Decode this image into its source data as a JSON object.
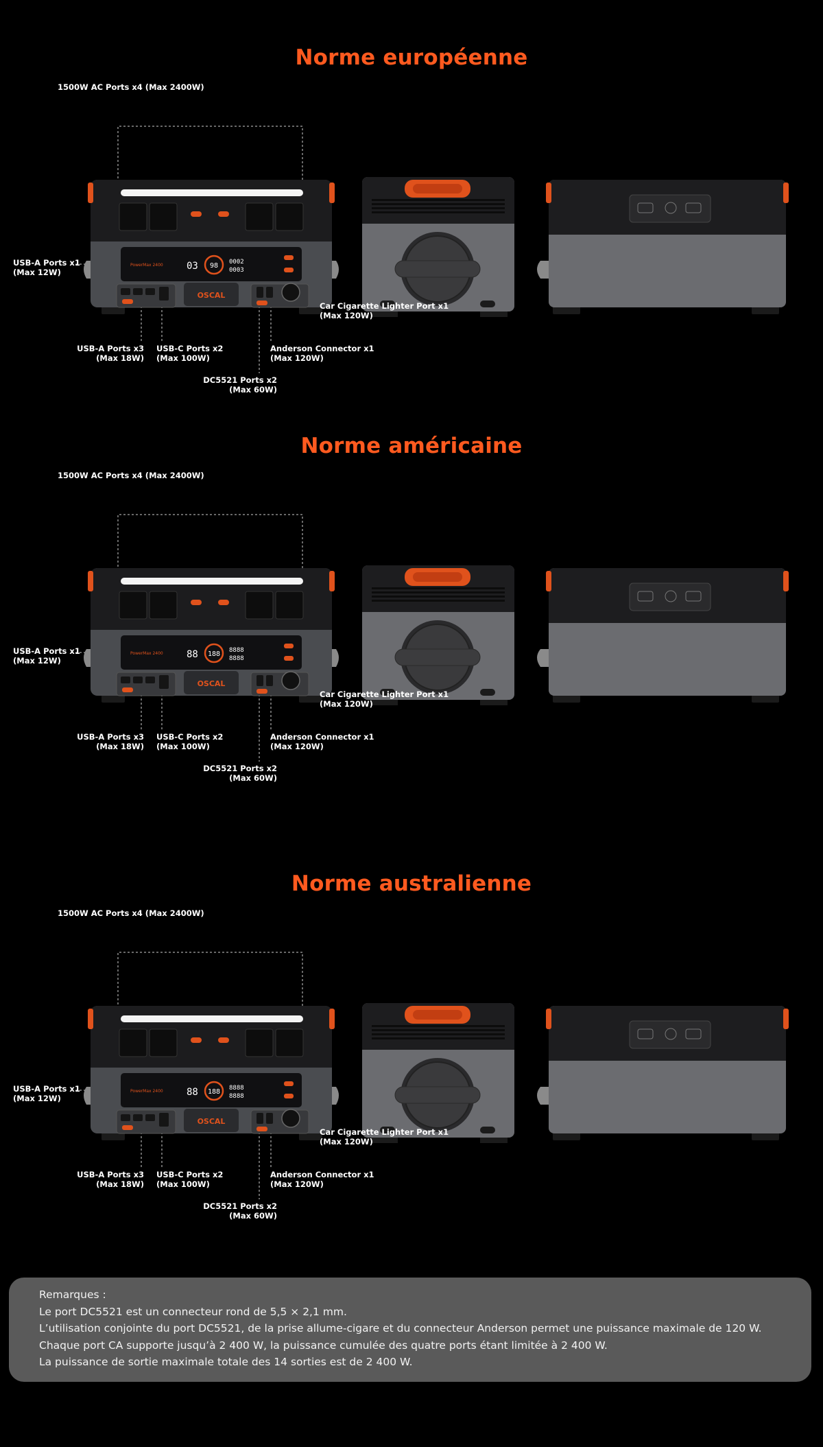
{
  "sections": [
    {
      "title": "Norme européenne",
      "ac_label": "1500W AC Ports x4 (Max 2400W)",
      "usba1": [
        "USB-A Ports x1",
        "(Max 12W)"
      ],
      "usba3": [
        "USB-A Ports x3",
        "(Max 18W)"
      ],
      "usbc": [
        "USB-C Ports x2",
        "(Max 100W)"
      ],
      "dc5521": [
        "DC5521 Ports x2",
        "(Max 60W)"
      ],
      "anderson": [
        "Anderson Connector x1",
        "(Max 120W)"
      ],
      "car": [
        "Car Cigarette Lighter Port x1",
        "(Max 120W)"
      ],
      "screen": {
        "left": "03",
        "mid": "98",
        "right1": "0002",
        "right2": "0003"
      }
    },
    {
      "title": "Norme américaine",
      "ac_label": "1500W AC Ports x4 (Max 2400W)",
      "usba1": [
        "USB-A Ports x1",
        "(Max 12W)"
      ],
      "usba3": [
        "USB-A Ports x3",
        "(Max 18W)"
      ],
      "usbc": [
        "USB-C Ports x2",
        "(Max 100W)"
      ],
      "dc5521": [
        "DC5521 Ports x2",
        "(Max 60W)"
      ],
      "anderson": [
        "Anderson Connector x1",
        "(Max 120W)"
      ],
      "car": [
        "Car Cigarette Lighter Port x1",
        "(Max 120W)"
      ],
      "screen": {
        "left": "88",
        "mid": "188",
        "right1": "8888",
        "right2": "8888"
      }
    },
    {
      "title": "Norme australienne",
      "ac_label": "1500W AC Ports x4 (Max 2400W)",
      "usba1": [
        "USB-A Ports x1",
        "(Max 12W)"
      ],
      "usba3": [
        "USB-A Ports x3",
        "(Max 18W)"
      ],
      "usbc": [
        "USB-C Ports x2",
        "(Max 100W)"
      ],
      "dc5521": [
        "DC5521 Ports x2",
        "(Max 60W)"
      ],
      "anderson": [
        "Anderson Connector x1",
        "(Max 120W)"
      ],
      "car": [
        "Car Cigarette Lighter Port x1",
        "(Max 120W)"
      ],
      "screen": {
        "left": "88",
        "mid": "188",
        "right1": "8888",
        "right2": "8888"
      }
    }
  ],
  "brand": "OSCAL",
  "model": "PowerMax 2400",
  "notes": {
    "heading": "Remarques :",
    "lines": [
      "Le port DC5521 est un connecteur rond de 5,5 × 2,1 mm.",
      "L’utilisation conjointe du port DC5521, de la prise allume-cigare et du connecteur Anderson permet une puissance maximale de 120 W.",
      "Chaque port CA supporte jusqu’à 2 400 W, la puissance cumulée des quatre ports étant limitée à 2 400 W.",
      "La puissance de sortie maximale totale des 14 sorties est de 2 400 W."
    ]
  },
  "colors": {
    "accent": "#ff5a1f",
    "panel": "#5a5a5a"
  }
}
